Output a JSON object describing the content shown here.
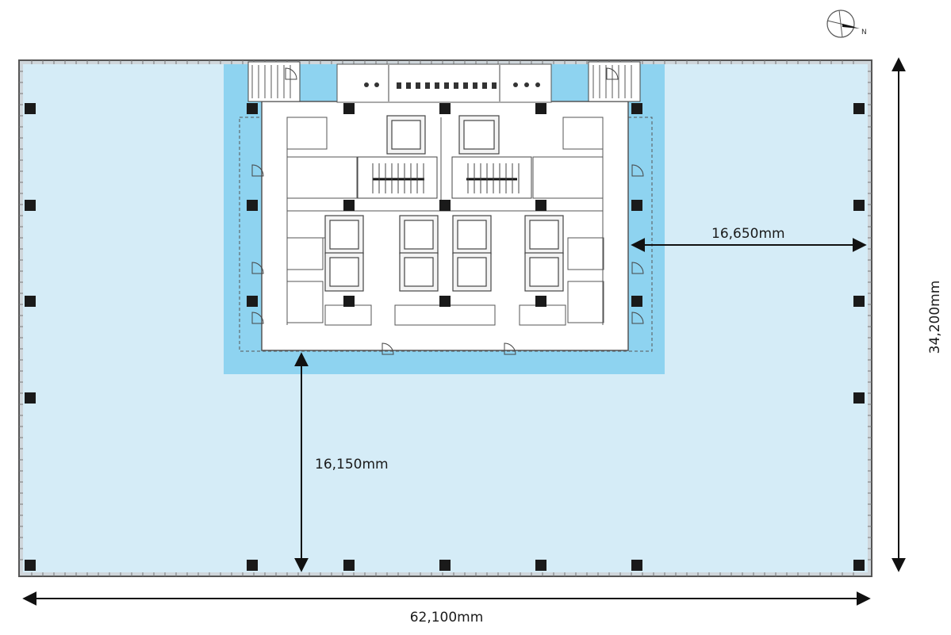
{
  "floor_plan": {
    "dimensions": {
      "overall_width": "62,100mm",
      "overall_depth": "34,200mm",
      "core_to_south_wall": "16,150mm",
      "core_to_east_wall": "16,650mm"
    },
    "north_arrow_label": "N"
  },
  "colors": {
    "office_area": "#d5ecf7",
    "corridor": "#8ed3f0",
    "core": "#ffffff",
    "column": "#1a1a1a",
    "wall": "#555555"
  },
  "icons": [
    "compass-icon",
    "stair-icon",
    "elevator-icon",
    "door-icon",
    "toilet-icon"
  ]
}
